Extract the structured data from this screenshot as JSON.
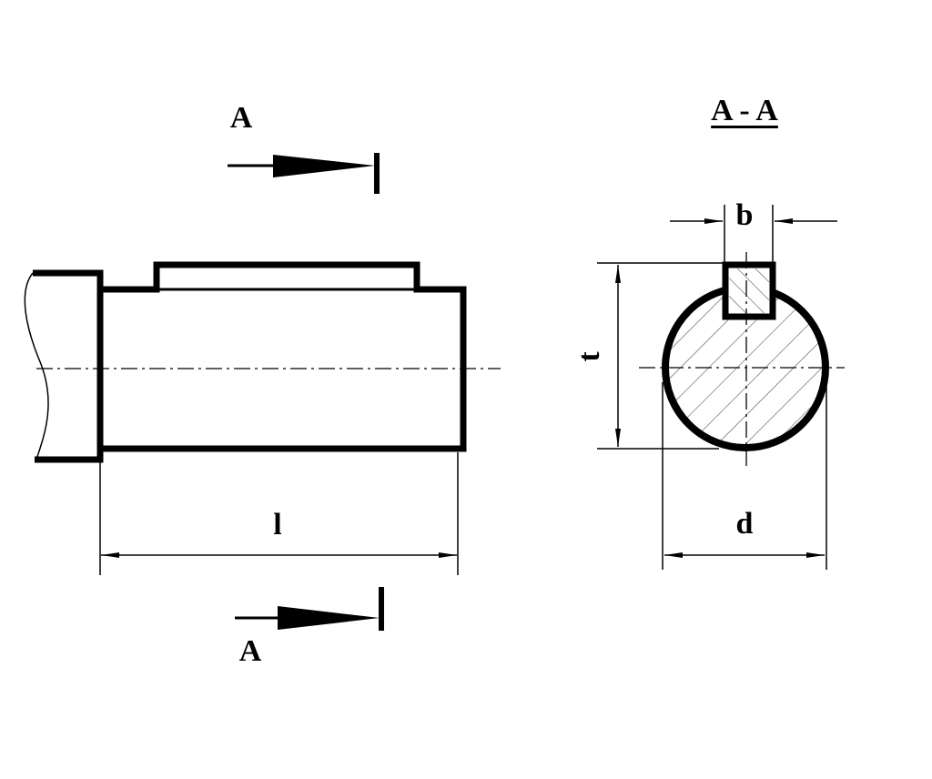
{
  "labels": {
    "section_mark_top": "A",
    "section_mark_bottom": "A",
    "section_title": "A - A",
    "length": "l",
    "key_width": "b",
    "depth": "t",
    "diameter": "d"
  },
  "colors": {
    "line": "#000000",
    "background": "#ffffff"
  }
}
